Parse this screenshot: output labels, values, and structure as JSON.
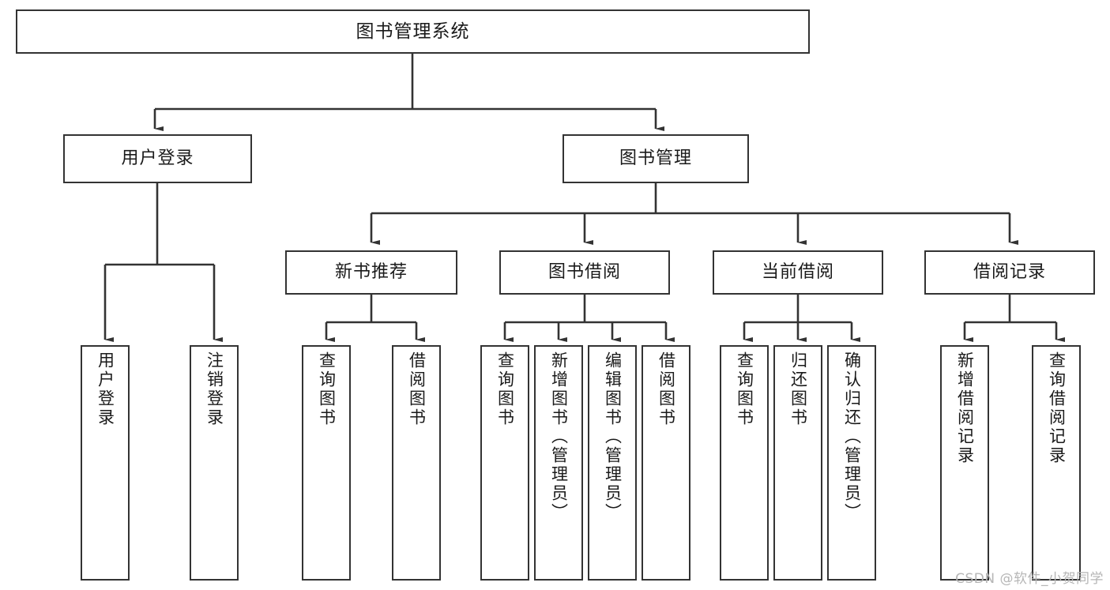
{
  "diagram": {
    "type": "tree",
    "title_node": "图书管理系统",
    "watermark": "CSDN @软件_小贺同学",
    "colors": {
      "box_border": "#333333",
      "box_fill": "#ffffff",
      "connector": "#333333",
      "text": "#1a1a1a",
      "watermark": "#b6b6b6",
      "background": "#ffffff"
    },
    "level1": [
      {
        "label": "用户登录"
      },
      {
        "label": "图书管理"
      }
    ],
    "level2": [
      {
        "label": "新书推荐",
        "parent": "图书管理"
      },
      {
        "label": "图书借阅",
        "parent": "图书管理"
      },
      {
        "label": "当前借阅",
        "parent": "图书管理"
      },
      {
        "label": "借阅记录",
        "parent": "图书管理"
      }
    ],
    "leaves": {
      "user_login": [
        {
          "label": "用户登录"
        },
        {
          "label": "注销登录"
        }
      ],
      "new_books": [
        {
          "label": "查询图书"
        },
        {
          "label": "借阅图书"
        }
      ],
      "book_borrow": [
        {
          "label": "查询图书"
        },
        {
          "label": "新增图书（管理员）"
        },
        {
          "label": "编辑图书（管理员）"
        },
        {
          "label": "借阅图书"
        }
      ],
      "current_borrow": [
        {
          "label": "查询图书"
        },
        {
          "label": "归还图书"
        },
        {
          "label": "确认归还（管理员）"
        }
      ],
      "borrow_records": [
        {
          "label": "新增借阅记录"
        },
        {
          "label": "查询借阅记录"
        }
      ]
    }
  }
}
